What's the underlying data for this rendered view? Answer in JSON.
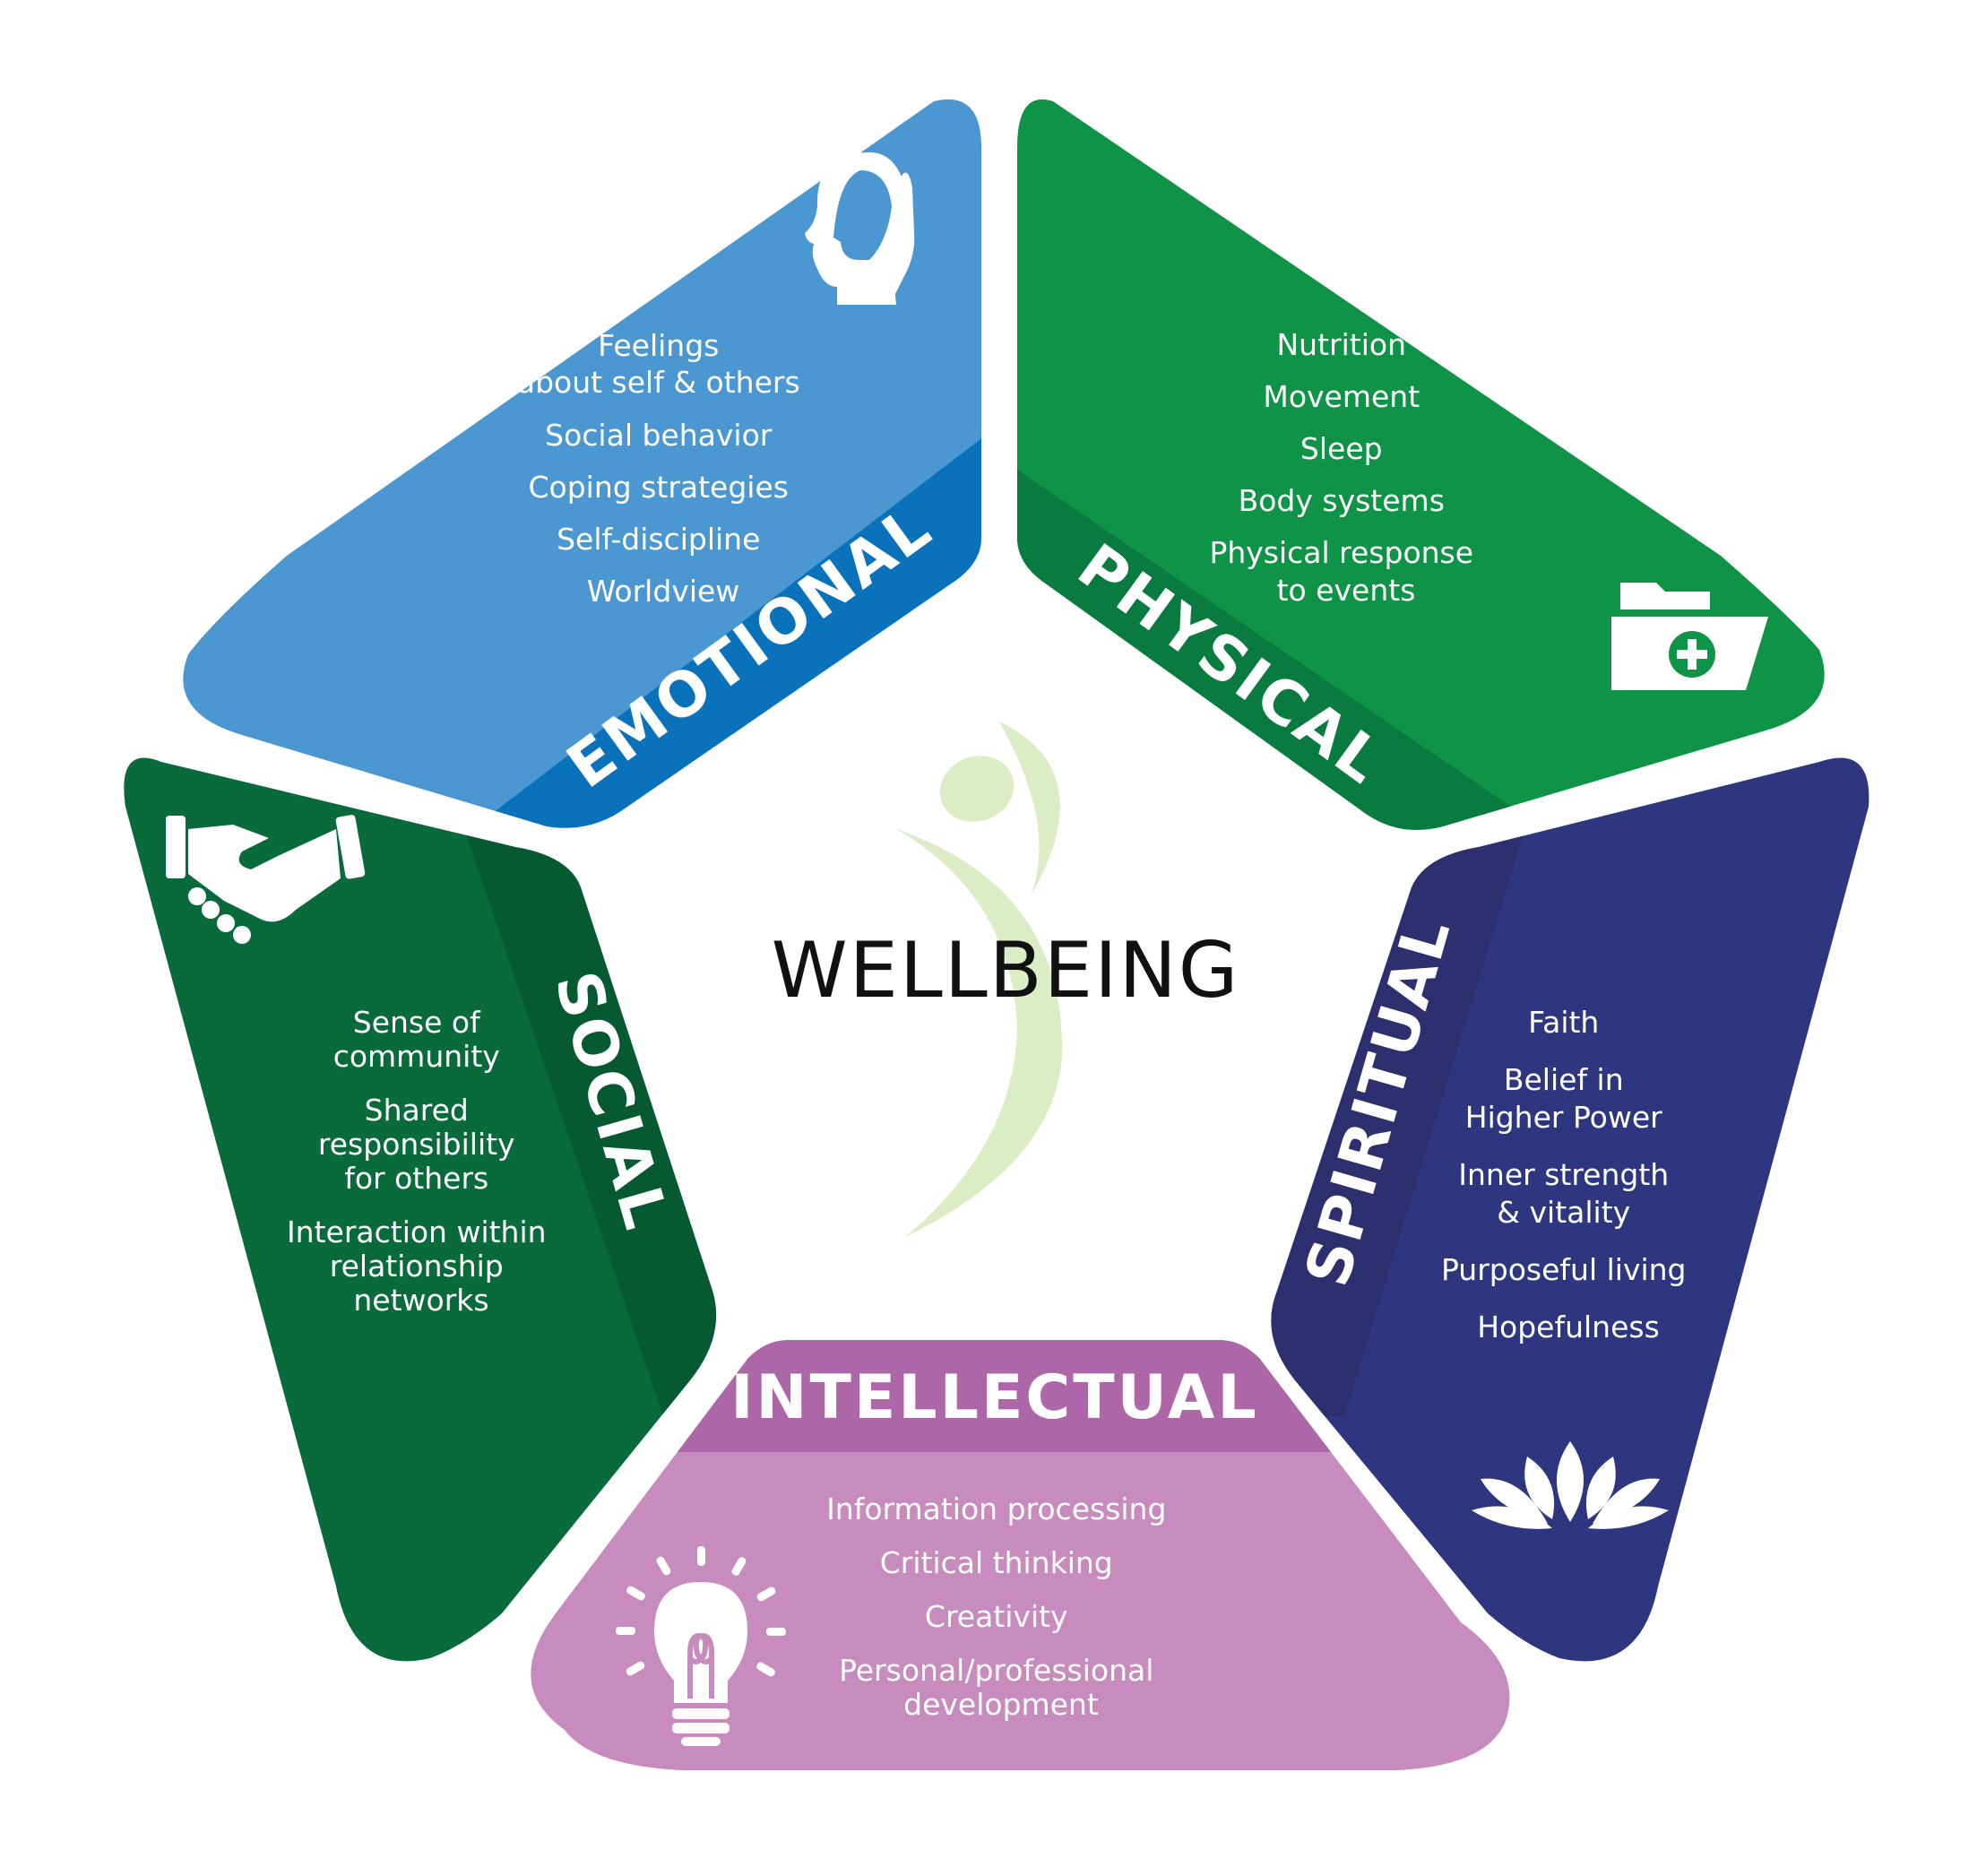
{
  "title": "WELLBEING",
  "colors": {
    "emotional": "#4a97d2",
    "emotional_band": "#0a72ba",
    "physical": "#0f9447",
    "physical_band": "#0a7b3f",
    "spiritual": "#2e3680",
    "spiritual_band": "#2d2f6e",
    "intellectual": "#c78bbd",
    "intellectual_band": "#ad67a8",
    "social": "#096a3c",
    "social_band": "#065a31",
    "figure": "#dcedc6"
  },
  "segments": {
    "emotional": {
      "label": "EMOTIONAL",
      "icon": "head-hand-icon",
      "items": [
        "Feelings",
        "about self & others",
        "Social behavior",
        "Coping strategies",
        "Self-discipline",
        "Worldview"
      ]
    },
    "physical": {
      "label": "PHYSICAL",
      "icon": "medical-folder-icon",
      "items": [
        "Nutrition",
        "Movement",
        "Sleep",
        "Body systems",
        "Physical response",
        "to events"
      ]
    },
    "spiritual": {
      "label": "SPIRITUAL",
      "icon": "lotus-icon",
      "items": [
        "Faith",
        "Belief in",
        "Higher Power",
        "Inner strength",
        "& vitality",
        "Purposeful living",
        "Hopefulness"
      ]
    },
    "intellectual": {
      "label": "INTELLECTUAL",
      "icon": "lightbulb-icon",
      "items": [
        "Information processing",
        "Critical thinking",
        "Creativity",
        "Personal/professional",
        "development"
      ]
    },
    "social": {
      "label": "SOCIAL",
      "icon": "handshake-icon",
      "items": [
        "Sense of",
        "community",
        "Shared",
        "responsibility",
        "for others",
        "Interaction within",
        "relationship",
        "networks"
      ]
    }
  }
}
